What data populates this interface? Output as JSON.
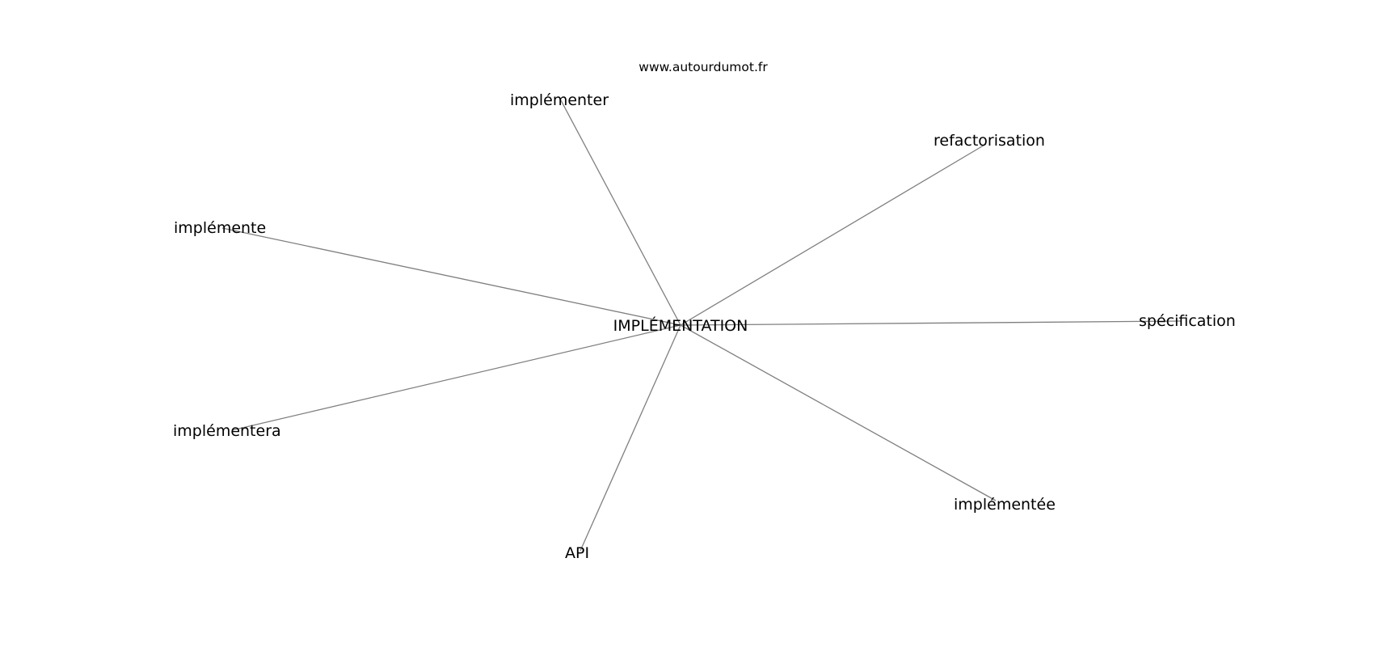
{
  "source": "www.autourdumot.fr",
  "center": {
    "label": "IMPLÉMENTATION"
  },
  "nodes": [
    {
      "id": "implementer",
      "label": "implémenter"
    },
    {
      "id": "refactorisation",
      "label": "refactorisation"
    },
    {
      "id": "implemente",
      "label": "implémente"
    },
    {
      "id": "specification",
      "label": "spécification"
    },
    {
      "id": "implementera",
      "label": "implémentera"
    },
    {
      "id": "implementee",
      "label": "implémentée"
    },
    {
      "id": "api",
      "label": "API"
    }
  ],
  "colors": {
    "edge": "#7f7f7f",
    "text": "#000000",
    "background": "#ffffff"
  }
}
